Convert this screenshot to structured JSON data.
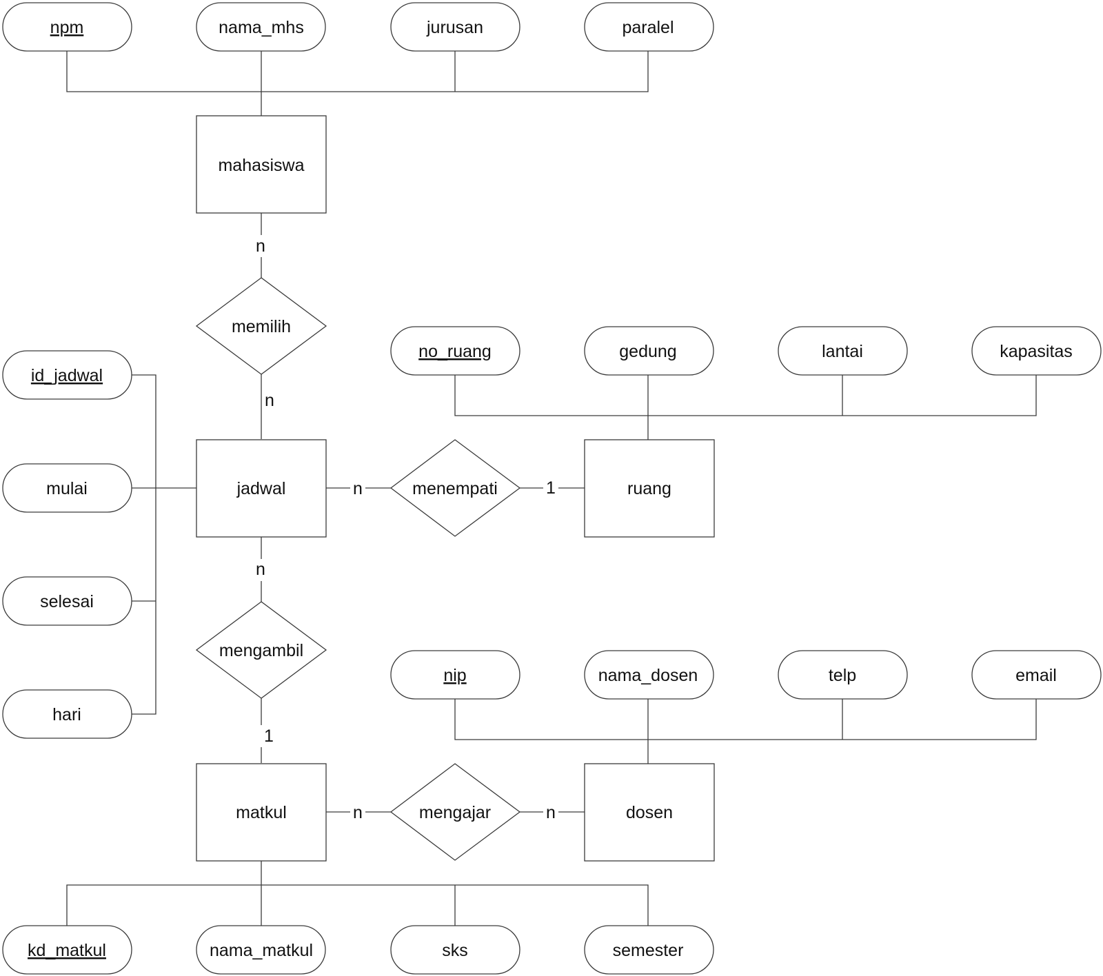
{
  "colors": {
    "line": "#3a3a3a",
    "text": "#111111",
    "background": "#ffffff"
  },
  "entities": {
    "mahasiswa": "mahasiswa",
    "jadwal": "jadwal",
    "ruang": "ruang",
    "matkul": "matkul",
    "dosen": "dosen"
  },
  "relationships": {
    "memilih": "memilih",
    "menempati": "menempati",
    "mengambil": "mengambil",
    "mengajar": "mengajar"
  },
  "attributes": {
    "mahasiswa": [
      {
        "label": "npm",
        "key": true
      },
      {
        "label": "nama_mhs",
        "key": false
      },
      {
        "label": "jurusan",
        "key": false
      },
      {
        "label": "paralel",
        "key": false
      }
    ],
    "jadwal": [
      {
        "label": "id_jadwal",
        "key": true
      },
      {
        "label": "mulai",
        "key": false
      },
      {
        "label": "selesai",
        "key": false
      },
      {
        "label": "hari",
        "key": false
      }
    ],
    "ruang": [
      {
        "label": "no_ruang",
        "key": true
      },
      {
        "label": "gedung",
        "key": false
      },
      {
        "label": "lantai",
        "key": false
      },
      {
        "label": "kapasitas",
        "key": false
      }
    ],
    "dosen": [
      {
        "label": "nip",
        "key": true
      },
      {
        "label": "nama_dosen",
        "key": false
      },
      {
        "label": "telp",
        "key": false
      },
      {
        "label": "email",
        "key": false
      }
    ],
    "matkul": [
      {
        "label": "kd_matkul",
        "key": true
      },
      {
        "label": "nama_matkul",
        "key": false
      },
      {
        "label": "sks",
        "key": false
      },
      {
        "label": "semester",
        "key": false
      }
    ]
  },
  "cardinalities": {
    "mahasiswa_memilih": "n",
    "memilih_jadwal": "n",
    "jadwal_menempati": "n",
    "menempati_ruang": "1",
    "jadwal_mengambil": "n",
    "mengambil_matkul": "1",
    "matkul_mengajar": "n",
    "mengajar_dosen": "n"
  }
}
